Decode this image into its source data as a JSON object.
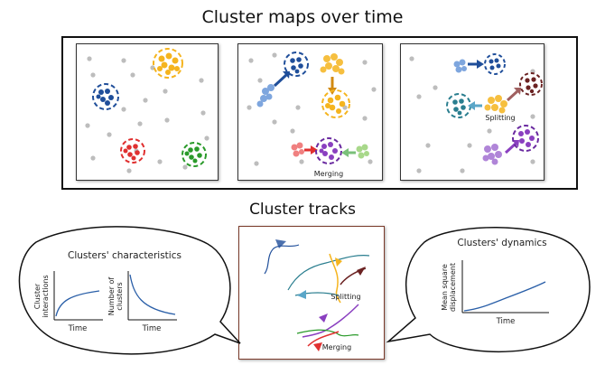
{
  "titles": {
    "main": "Cluster maps over time",
    "tracks": "Cluster tracks"
  },
  "panels": {
    "merging_label": "Merging",
    "splitting_label": "Splitting"
  },
  "tracks": {
    "splitting_label": "Splitting",
    "merging_label": "Merging"
  },
  "characteristics": {
    "title": "Clusters' characteristics",
    "plot1": {
      "ylabel_line1": "Cluster",
      "ylabel_line2": "interactions",
      "xlabel": "Time"
    },
    "plot2": {
      "ylabel_line1": "Number of",
      "ylabel_line2": "clusters",
      "xlabel": "Time"
    }
  },
  "dynamics": {
    "title": "Clusters' dynamics",
    "plot": {
      "ylabel_line1": "Mean square",
      "ylabel_line2": "displacement",
      "xlabel": "Time"
    }
  },
  "colors": {
    "blue": "#1f4e9a",
    "orange": "#f5b41e",
    "red": "#e03030",
    "green": "#2a9a2a",
    "purple": "#8a3fc0",
    "teal": "#2a7e8f",
    "brown": "#6b2222",
    "light_blue": "#7ea6de",
    "grey_dot": "#bdbdbd"
  }
}
